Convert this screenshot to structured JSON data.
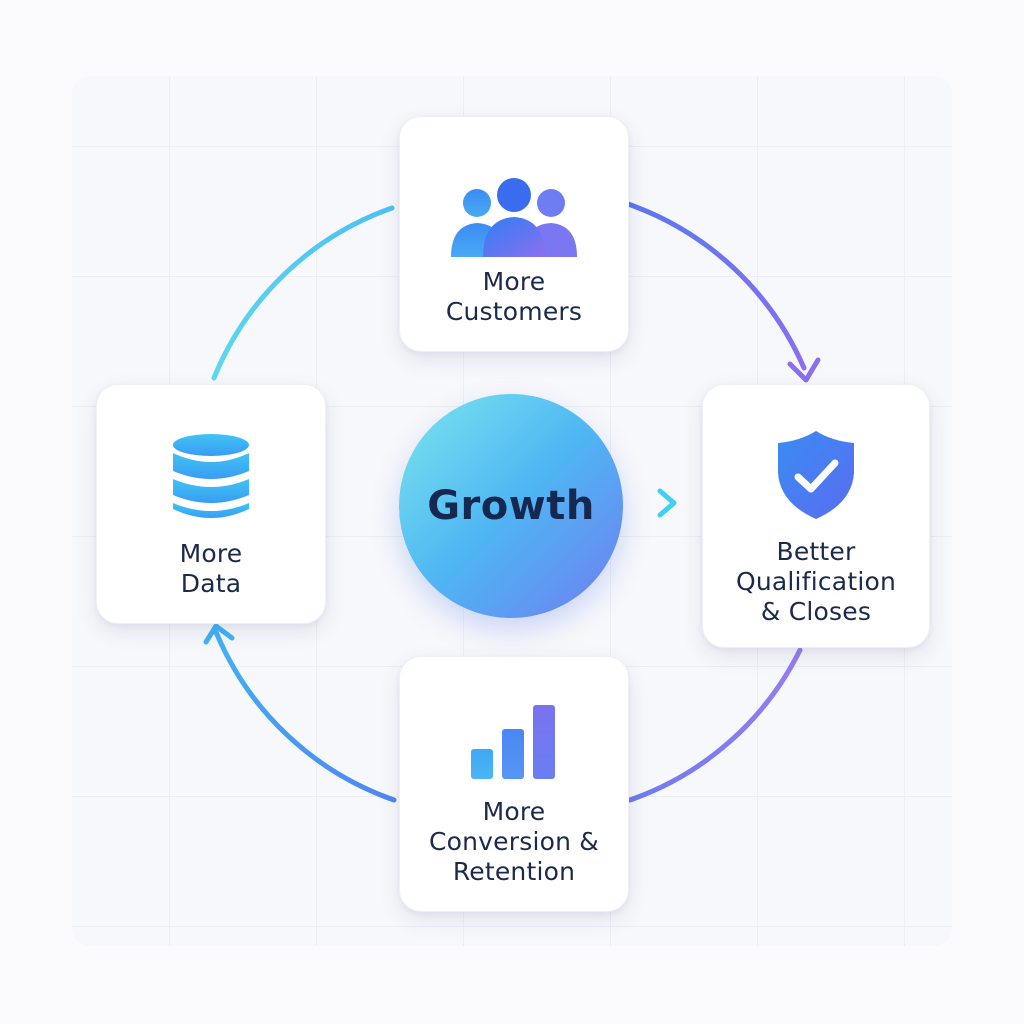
{
  "center": {
    "label": "Growth"
  },
  "nodes": {
    "customers": {
      "line1": "More",
      "line2": "Customers",
      "icon": "users-group-icon"
    },
    "qualification": {
      "line1": "Better",
      "line2": "Qualification",
      "line3": "& Closes",
      "icon": "shield-check-icon"
    },
    "conversion": {
      "line1": "More",
      "line2": "Conversion &",
      "line3": "Retention",
      "icon": "bar-chart-icon"
    },
    "data": {
      "line1": "More",
      "line2": "Data",
      "icon": "database-icon"
    }
  },
  "colors": {
    "cyan": "#3fd0f2",
    "blue": "#3a6cf0",
    "violet": "#8a72ef",
    "text": "#1b2a4a"
  }
}
